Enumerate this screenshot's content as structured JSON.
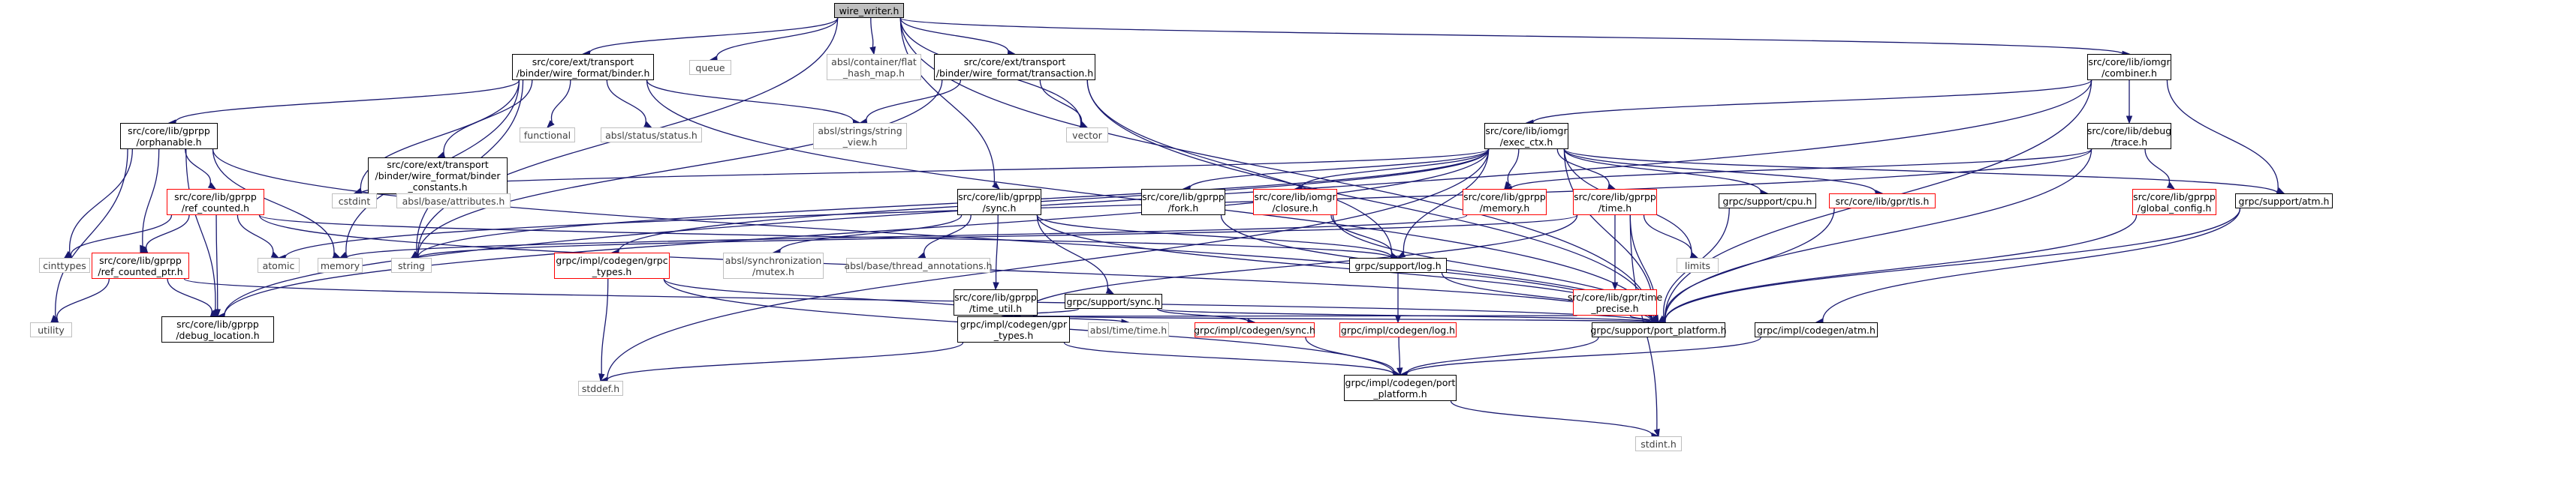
{
  "diagram": {
    "nodes": [
      {
        "id": "root",
        "lines": [
          "wire_writer.h"
        ],
        "kind": "root"
      },
      {
        "id": "binder",
        "lines": [
          "src/core/ext/transport",
          "/binder/wire_format/binder.h"
        ],
        "kind": "doc"
      },
      {
        "id": "queue",
        "lines": [
          "queue"
        ],
        "kind": "sys"
      },
      {
        "id": "flat",
        "lines": [
          "absl/container/flat",
          "_hash_map.h"
        ],
        "kind": "sys"
      },
      {
        "id": "transaction",
        "lines": [
          "src/core/ext/transport",
          "/binder/wire_format/transaction.h"
        ],
        "kind": "doc"
      },
      {
        "id": "combiner",
        "lines": [
          "src/core/lib/iomgr",
          "/combiner.h"
        ],
        "kind": "doc"
      },
      {
        "id": "orphanable",
        "lines": [
          "src/core/lib/gprpp",
          "/orphanable.h"
        ],
        "kind": "doc"
      },
      {
        "id": "binderconst",
        "lines": [
          "src/core/ext/transport",
          "/binder/wire_format/binder",
          "_constants.h"
        ],
        "kind": "doc"
      },
      {
        "id": "functional",
        "lines": [
          "functional"
        ],
        "kind": "sys"
      },
      {
        "id": "status",
        "lines": [
          "absl/status/status.h"
        ],
        "kind": "sys"
      },
      {
        "id": "stringview",
        "lines": [
          "absl/strings/string",
          "_view.h"
        ],
        "kind": "sys"
      },
      {
        "id": "vector",
        "lines": [
          "vector"
        ],
        "kind": "sys"
      },
      {
        "id": "execctx",
        "lines": [
          "src/core/lib/iomgr",
          "/exec_ctx.h"
        ],
        "kind": "doc"
      },
      {
        "id": "trace",
        "lines": [
          "src/core/lib/debug",
          "/trace.h"
        ],
        "kind": "doc"
      },
      {
        "id": "refcounted",
        "lines": [
          "src/core/lib/gprpp",
          "/ref_counted.h"
        ],
        "kind": "red"
      },
      {
        "id": "cstdint",
        "lines": [
          "cstdint"
        ],
        "kind": "sys"
      },
      {
        "id": "attributes",
        "lines": [
          "absl/base/attributes.h"
        ],
        "kind": "sys"
      },
      {
        "id": "memoryh",
        "lines": [
          "src/core/lib/gprpp",
          "/memory.h"
        ],
        "kind": "red"
      },
      {
        "id": "timeh",
        "lines": [
          "src/core/lib/gprpp",
          "/time.h"
        ],
        "kind": "red"
      },
      {
        "id": "cpu",
        "lines": [
          "grpc/support/cpu.h"
        ],
        "kind": "doc"
      },
      {
        "id": "tls",
        "lines": [
          "src/core/lib/gpr/tls.h"
        ],
        "kind": "red"
      },
      {
        "id": "globalconfig",
        "lines": [
          "src/core/lib/gprpp",
          "/global_config.h"
        ],
        "kind": "red"
      },
      {
        "id": "atmh",
        "lines": [
          "grpc/support/atm.h"
        ],
        "kind": "doc"
      },
      {
        "id": "synch",
        "lines": [
          "src/core/lib/gprpp",
          "/sync.h"
        ],
        "kind": "doc"
      },
      {
        "id": "fork",
        "lines": [
          "src/core/lib/gprpp",
          "/fork.h"
        ],
        "kind": "doc"
      },
      {
        "id": "closure",
        "lines": [
          "src/core/lib/iomgr",
          "/closure.h"
        ],
        "kind": "red"
      },
      {
        "id": "cinttypes",
        "lines": [
          "cinttypes"
        ],
        "kind": "sys"
      },
      {
        "id": "atomic",
        "lines": [
          "atomic"
        ],
        "kind": "sys"
      },
      {
        "id": "memory",
        "lines": [
          "memory"
        ],
        "kind": "sys"
      },
      {
        "id": "string",
        "lines": [
          "string"
        ],
        "kind": "sys"
      },
      {
        "id": "refcountedptr",
        "lines": [
          "src/core/lib/gprpp",
          "/ref_counted_ptr.h"
        ],
        "kind": "red"
      },
      {
        "id": "grpctypes",
        "lines": [
          "grpc/impl/codegen/grpc",
          "_types.h"
        ],
        "kind": "red"
      },
      {
        "id": "mutex",
        "lines": [
          "absl/synchronization",
          "/mutex.h"
        ],
        "kind": "sys"
      },
      {
        "id": "threadann",
        "lines": [
          "absl/base/thread_annotations.h"
        ],
        "kind": "sys"
      },
      {
        "id": "timeutil",
        "lines": [
          "src/core/lib/gprpp",
          "/time_util.h"
        ],
        "kind": "doc"
      },
      {
        "id": "supsync",
        "lines": [
          "grpc/support/sync.h"
        ],
        "kind": "doc"
      },
      {
        "id": "log",
        "lines": [
          "grpc/support/log.h"
        ],
        "kind": "doc"
      },
      {
        "id": "timeprecise",
        "lines": [
          "src/core/lib/gpr/time",
          "_precise.h"
        ],
        "kind": "red"
      },
      {
        "id": "limits",
        "lines": [
          "limits"
        ],
        "kind": "sys"
      },
      {
        "id": "utility",
        "lines": [
          "utility"
        ],
        "kind": "sys"
      },
      {
        "id": "debugloc",
        "lines": [
          "src/core/lib/gprpp",
          "/debug_location.h"
        ],
        "kind": "doc"
      },
      {
        "id": "gprtypes",
        "lines": [
          "grpc/impl/codegen/gpr",
          "_types.h"
        ],
        "kind": "doc"
      },
      {
        "id": "abstime",
        "lines": [
          "absl/time/time.h"
        ],
        "kind": "sys"
      },
      {
        "id": "codegensync",
        "lines": [
          "grpc/impl/codegen/sync.h"
        ],
        "kind": "red"
      },
      {
        "id": "codegenlog",
        "lines": [
          "grpc/impl/codegen/log.h"
        ],
        "kind": "red"
      },
      {
        "id": "portplatform",
        "lines": [
          "grpc/support/port_platform.h"
        ],
        "kind": "doc"
      },
      {
        "id": "codegenatm",
        "lines": [
          "grpc/impl/codegen/atm.h"
        ],
        "kind": "doc"
      },
      {
        "id": "stddef",
        "lines": [
          "stddef.h"
        ],
        "kind": "sys"
      },
      {
        "id": "codegenport",
        "lines": [
          "grpc/impl/codegen/port",
          "_platform.h"
        ],
        "kind": "doc"
      },
      {
        "id": "stdint",
        "lines": [
          "stdint.h"
        ],
        "kind": "sys"
      }
    ],
    "edges": [
      [
        "root",
        "binder"
      ],
      [
        "root",
        "queue"
      ],
      [
        "root",
        "flat"
      ],
      [
        "root",
        "transaction"
      ],
      [
        "root",
        "combiner"
      ],
      [
        "root",
        "vector"
      ],
      [
        "root",
        "portplatform"
      ],
      [
        "root",
        "string"
      ],
      [
        "root",
        "synch"
      ],
      [
        "binder",
        "orphanable"
      ],
      [
        "binder",
        "binderconst"
      ],
      [
        "binder",
        "functional"
      ],
      [
        "binder",
        "status"
      ],
      [
        "binder",
        "stringview"
      ],
      [
        "binder",
        "cstdint"
      ],
      [
        "binder",
        "memory"
      ],
      [
        "binder",
        "string"
      ],
      [
        "binder",
        "portplatform"
      ],
      [
        "transaction",
        "stringview"
      ],
      [
        "transaction",
        "vector"
      ],
      [
        "transaction",
        "portplatform"
      ],
      [
        "transaction",
        "string"
      ],
      [
        "transaction",
        "log"
      ],
      [
        "combiner",
        "execctx"
      ],
      [
        "combiner",
        "trace"
      ],
      [
        "combiner",
        "atmh"
      ],
      [
        "combiner",
        "portplatform"
      ],
      [
        "combiner",
        "debugloc"
      ],
      [
        "orphanable",
        "refcounted"
      ],
      [
        "orphanable",
        "refcountedptr"
      ],
      [
        "orphanable",
        "memory"
      ],
      [
        "orphanable",
        "utility"
      ],
      [
        "orphanable",
        "debugloc"
      ],
      [
        "orphanable",
        "cinttypes"
      ],
      [
        "orphanable",
        "portplatform"
      ],
      [
        "binderconst",
        "cstdint"
      ],
      [
        "binderconst",
        "attributes"
      ],
      [
        "execctx",
        "memoryh"
      ],
      [
        "execctx",
        "timeh"
      ],
      [
        "execctx",
        "cpu"
      ],
      [
        "execctx",
        "tls"
      ],
      [
        "execctx",
        "atmh"
      ],
      [
        "execctx",
        "fork"
      ],
      [
        "execctx",
        "closure"
      ],
      [
        "execctx",
        "log"
      ],
      [
        "execctx",
        "cstdint"
      ],
      [
        "execctx",
        "limits"
      ],
      [
        "execctx",
        "portplatform"
      ],
      [
        "execctx",
        "debugloc"
      ],
      [
        "execctx",
        "string"
      ],
      [
        "execctx",
        "grpctypes"
      ],
      [
        "execctx",
        "stddef"
      ],
      [
        "trace",
        "memoryh"
      ],
      [
        "trace",
        "globalconfig"
      ],
      [
        "trace",
        "portplatform"
      ],
      [
        "trace",
        "atomic"
      ],
      [
        "refcounted",
        "cinttypes"
      ],
      [
        "refcounted",
        "atomic"
      ],
      [
        "refcounted",
        "refcountedptr"
      ],
      [
        "refcounted",
        "debugloc"
      ],
      [
        "refcounted",
        "log"
      ],
      [
        "refcounted",
        "portplatform"
      ],
      [
        "refcountedptr",
        "utility"
      ],
      [
        "refcountedptr",
        "debugloc"
      ],
      [
        "refcountedptr",
        "portplatform"
      ],
      [
        "timeh",
        "timeprecise"
      ],
      [
        "timeh",
        "limits"
      ],
      [
        "timeh",
        "string"
      ],
      [
        "timeh",
        "gprtypes"
      ],
      [
        "timeh",
        "portplatform"
      ],
      [
        "timeh",
        "stdint"
      ],
      [
        "cpu",
        "portplatform"
      ],
      [
        "tls",
        "portplatform"
      ],
      [
        "globalconfig",
        "portplatform"
      ],
      [
        "atmh",
        "codegenatm"
      ],
      [
        "atmh",
        "portplatform"
      ],
      [
        "synch",
        "mutex"
      ],
      [
        "synch",
        "threadann"
      ],
      [
        "synch",
        "timeutil"
      ],
      [
        "synch",
        "supsync"
      ],
      [
        "synch",
        "log"
      ],
      [
        "synch",
        "portplatform"
      ],
      [
        "fork",
        "portplatform"
      ],
      [
        "closure",
        "log"
      ],
      [
        "closure",
        "portplatform"
      ],
      [
        "memoryh",
        "memory"
      ],
      [
        "grpctypes",
        "gprtypes"
      ],
      [
        "grpctypes",
        "stddef"
      ],
      [
        "grpctypes",
        "codegenport"
      ],
      [
        "timeutil",
        "gprtypes"
      ],
      [
        "timeutil",
        "abstime"
      ],
      [
        "timeutil",
        "portplatform"
      ],
      [
        "supsync",
        "codegensync"
      ],
      [
        "supsync",
        "gprtypes"
      ],
      [
        "supsync",
        "portplatform"
      ],
      [
        "log",
        "codegenlog"
      ],
      [
        "log",
        "portplatform"
      ],
      [
        "timeprecise",
        "gprtypes"
      ],
      [
        "timeprecise",
        "portplatform"
      ],
      [
        "gprtypes",
        "stddef"
      ],
      [
        "gprtypes",
        "codegenport"
      ],
      [
        "codegensync",
        "codegenport"
      ],
      [
        "codegenlog",
        "codegenport"
      ],
      [
        "codegenatm",
        "codegenport"
      ],
      [
        "portplatform",
        "codegenport"
      ],
      [
        "codegenport",
        "stdint"
      ]
    ]
  }
}
